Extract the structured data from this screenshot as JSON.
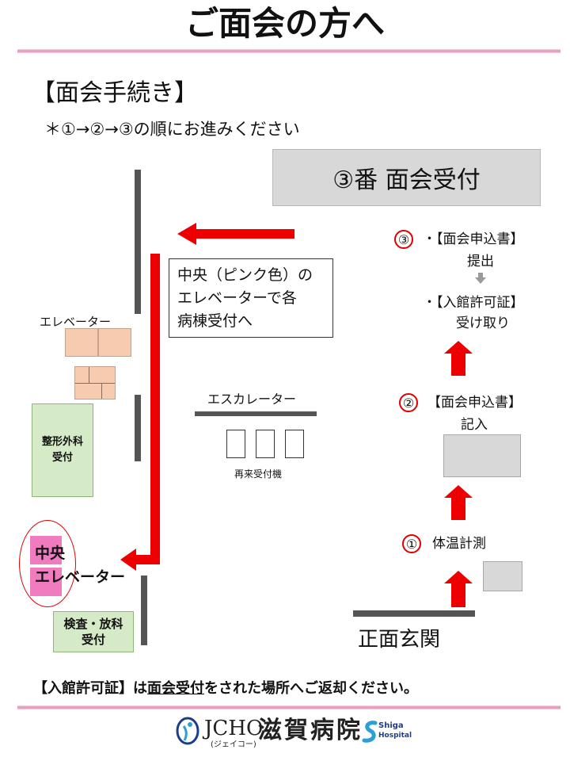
{
  "title": "ご面会の方へ",
  "procedure_heading": "【面会手続き】",
  "order_note": "＊①→②→③の順にお進みください",
  "reception_box": "③番 面会受付",
  "center_note": [
    "中央（ピンク色）の",
    "エレベーターで各",
    "病棟受付へ"
  ],
  "elevator_label": "エレベーター",
  "ortho_label": [
    "整形外科",
    "受付"
  ],
  "central_elevator": [
    "中央",
    "エレベーター"
  ],
  "exam_label": [
    "検査・放科",
    "受付"
  ],
  "escalator_label": "エスカレーター",
  "kiosk_label": "再来受付機",
  "entrance_label": "正面玄関",
  "steps": [
    {
      "num": "①",
      "lines": [
        "体温計測"
      ]
    },
    {
      "num": "②",
      "lines": [
        "【面会申込書】",
        "記入"
      ]
    },
    {
      "num": "③",
      "lines": [
        "・【面会申込書】",
        "提出"
      ]
    }
  ],
  "step3_extra": [
    "・【入館許可証】",
    "受け取り"
  ],
  "footer_note": {
    "part1": "【入館許可証】は",
    "part2": "面会受付",
    "part3": "をされた場所へご返却ください。"
  },
  "logo": {
    "brand": "JCHO",
    "brand_kana": "(ジェイコー)",
    "hospital": "滋賀病院",
    "sub_mark": [
      "Shiga",
      "Hospital"
    ]
  },
  "colors": {
    "accent_red": "#ee0000",
    "pink_line": "#e8a0c0",
    "central_pink": "#f07bbf"
  }
}
